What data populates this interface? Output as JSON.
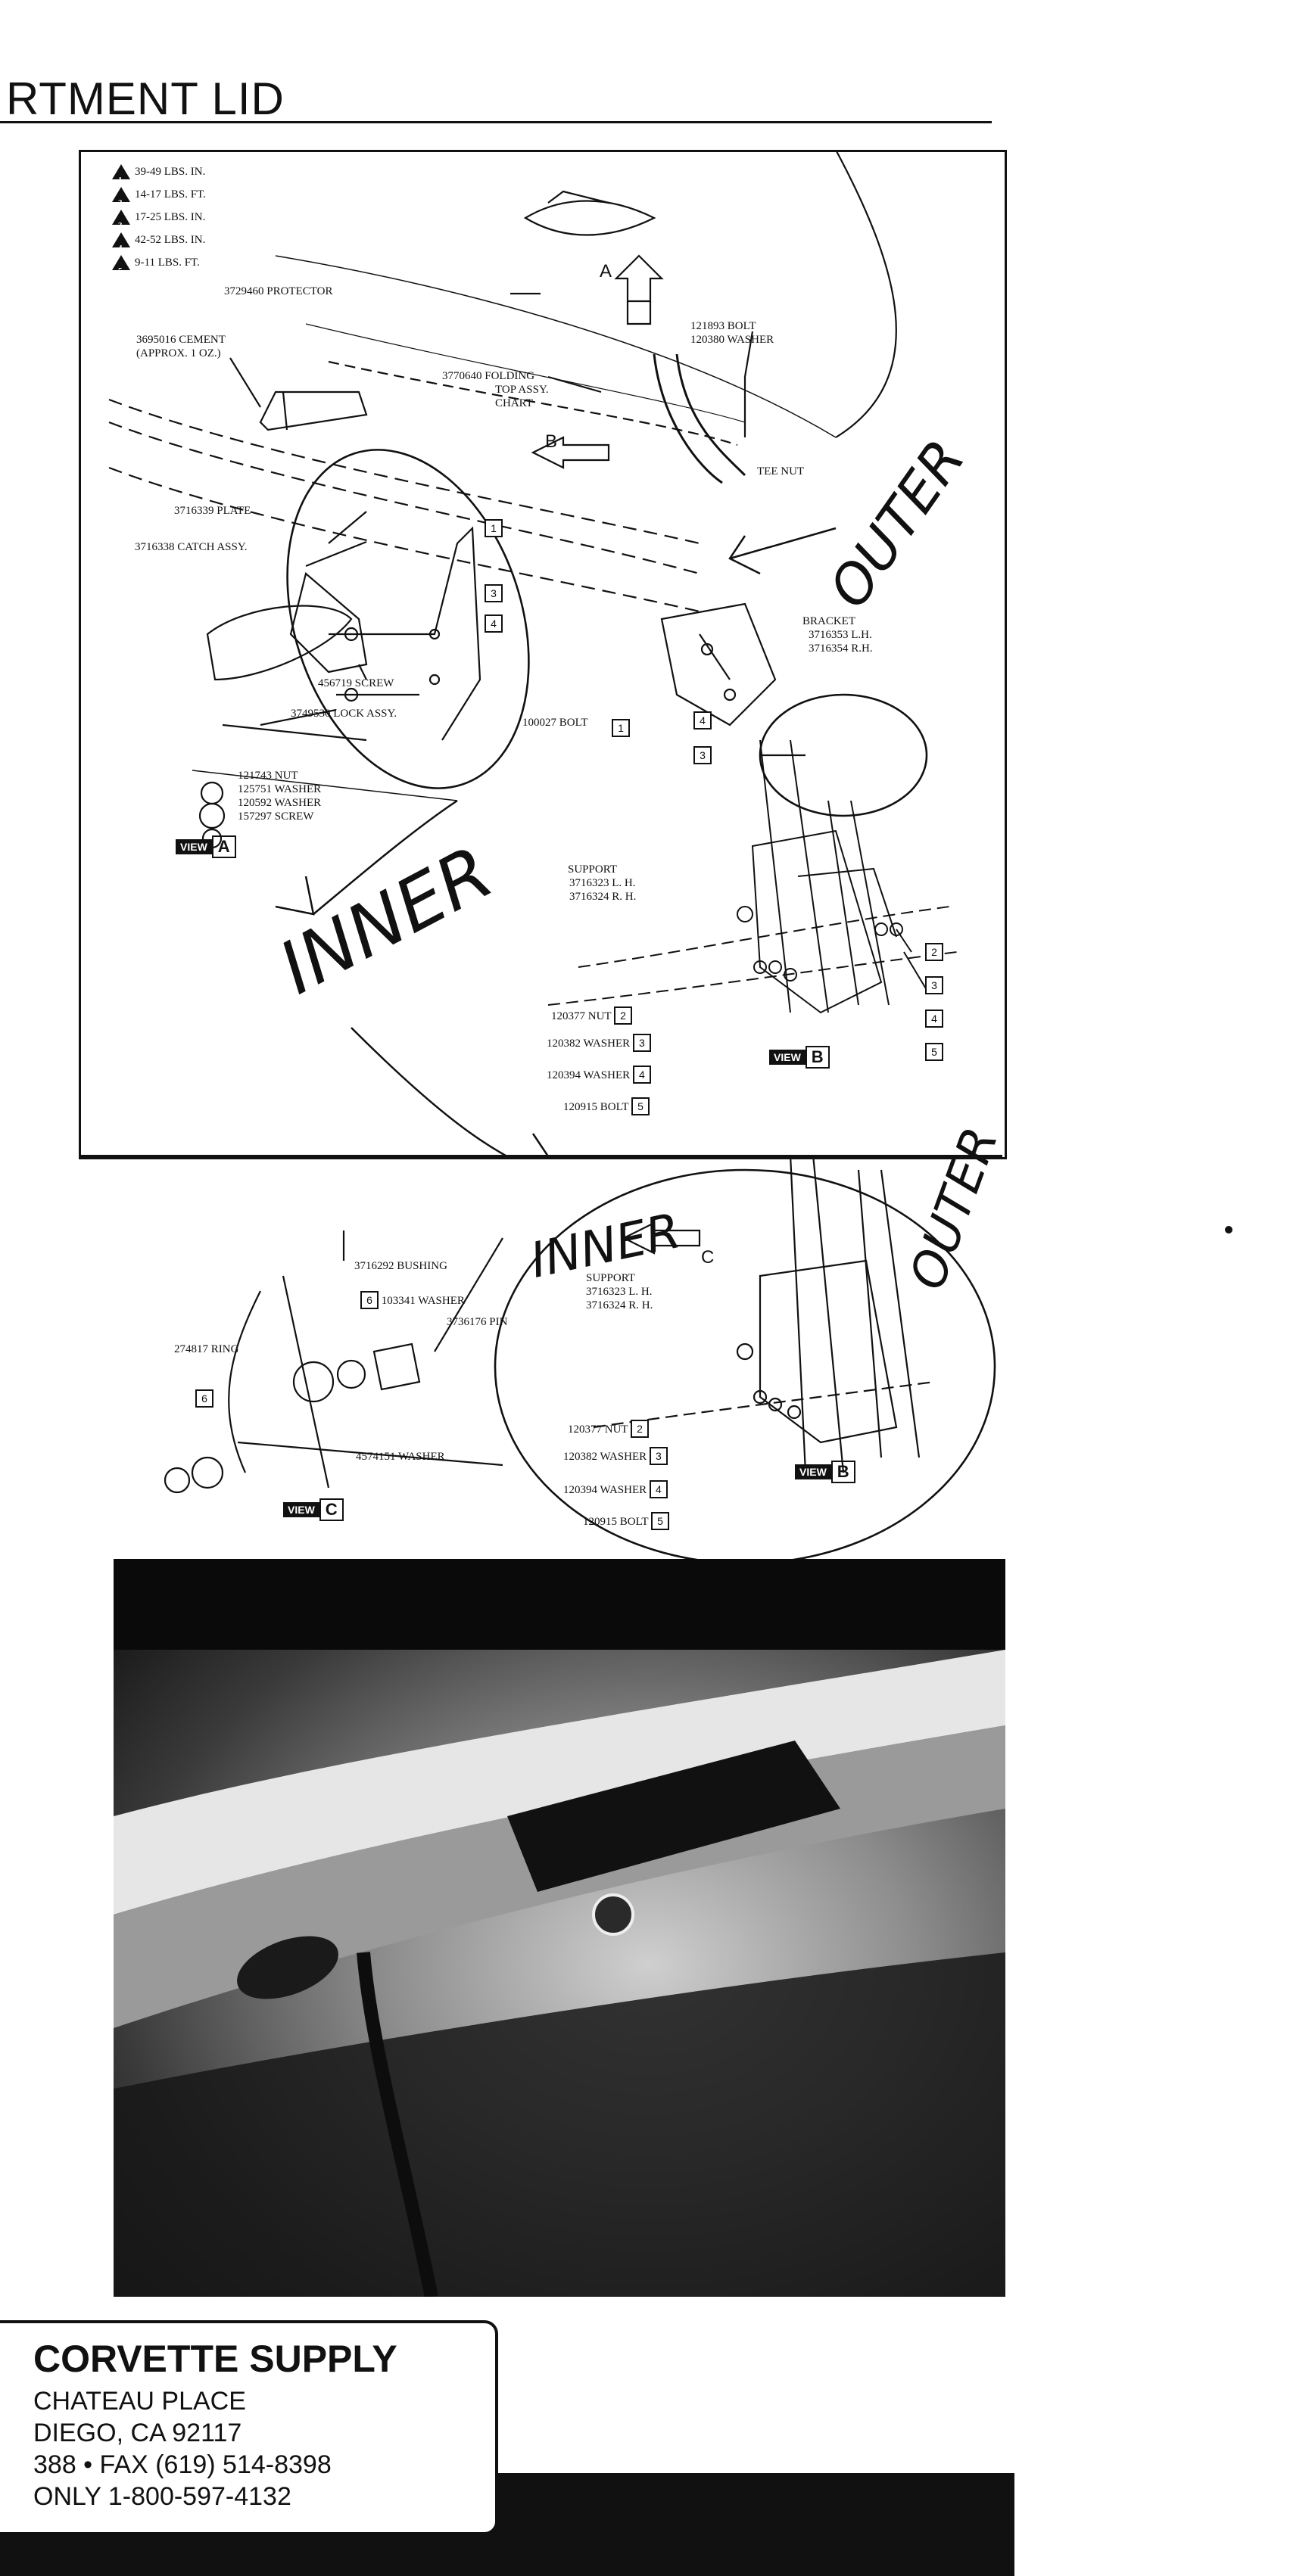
{
  "header": {
    "title": "RTMENT LID"
  },
  "torque_specs": [
    {
      "marker": "1",
      "value": "39-49 LBS. IN."
    },
    {
      "marker": "2",
      "value": "14-17 LBS. FT."
    },
    {
      "marker": "3",
      "value": "17-25 LBS. IN."
    },
    {
      "marker": "4",
      "value": "42-52 LBS. IN."
    },
    {
      "marker": "5",
      "value": "9-11 LBS. FT."
    }
  ],
  "labels_top": {
    "protector": "3729460 PROTECTOR",
    "cement_1": "3695016 CEMENT",
    "cement_2": "(APPROX. 1 OZ.)",
    "folding_1": "3770640 FOLDING",
    "folding_2": "TOP ASSY.",
    "folding_3": "CHART",
    "bolt": "121893 BOLT",
    "washer": "120380 WASHER",
    "arrow_a": "A",
    "arrow_b": "B",
    "tee_nut": "TEE NUT",
    "plate": "3716339 PLATE",
    "catch": "3716338 CATCH ASSY.",
    "screw": "456719 SCREW",
    "lock": "3749530 LOCK ASSY.",
    "bracket_1": "BRACKET",
    "bracket_2": "3716353 L.H.",
    "bracket_3": "3716354 R.H.",
    "bolt2": "100027 BOLT",
    "nut_1": "121743 NUT",
    "nut_2": "125751 WASHER",
    "nut_3": "120592 WASHER",
    "nut_4": "157297 SCREW",
    "view_a": "A"
  },
  "view_b": {
    "support_1": "SUPPORT",
    "support_2": "3716323 L. H.",
    "support_3": "3716324 R. H.",
    "nut": "120377 NUT",
    "washer1": "120382 WASHER",
    "washer2": "120394 WASHER",
    "bolt": "120915 BOLT",
    "view": "B"
  },
  "view_c": {
    "bushing": "3716292 BUSHING",
    "washer": "103341 WASHER",
    "pin": "3736176 PIN",
    "ring": "274817 RING",
    "washer2": "4574151 WASHER",
    "view": "C",
    "arrow_c": "C"
  },
  "handwriting": {
    "outer_top": "OUTER",
    "inner_top": "INNER",
    "inner_bottom": "INNER",
    "outer_bottom": "OUTER"
  },
  "view_label": "VIEW",
  "dealer": {
    "name": "CORVETTE SUPPLY",
    "address": "CHATEAU PLACE",
    "city": "DIEGO, CA 92117",
    "phone": "388 • FAX (619) 514-8398",
    "orders": "ONLY 1-800-597-4132"
  }
}
